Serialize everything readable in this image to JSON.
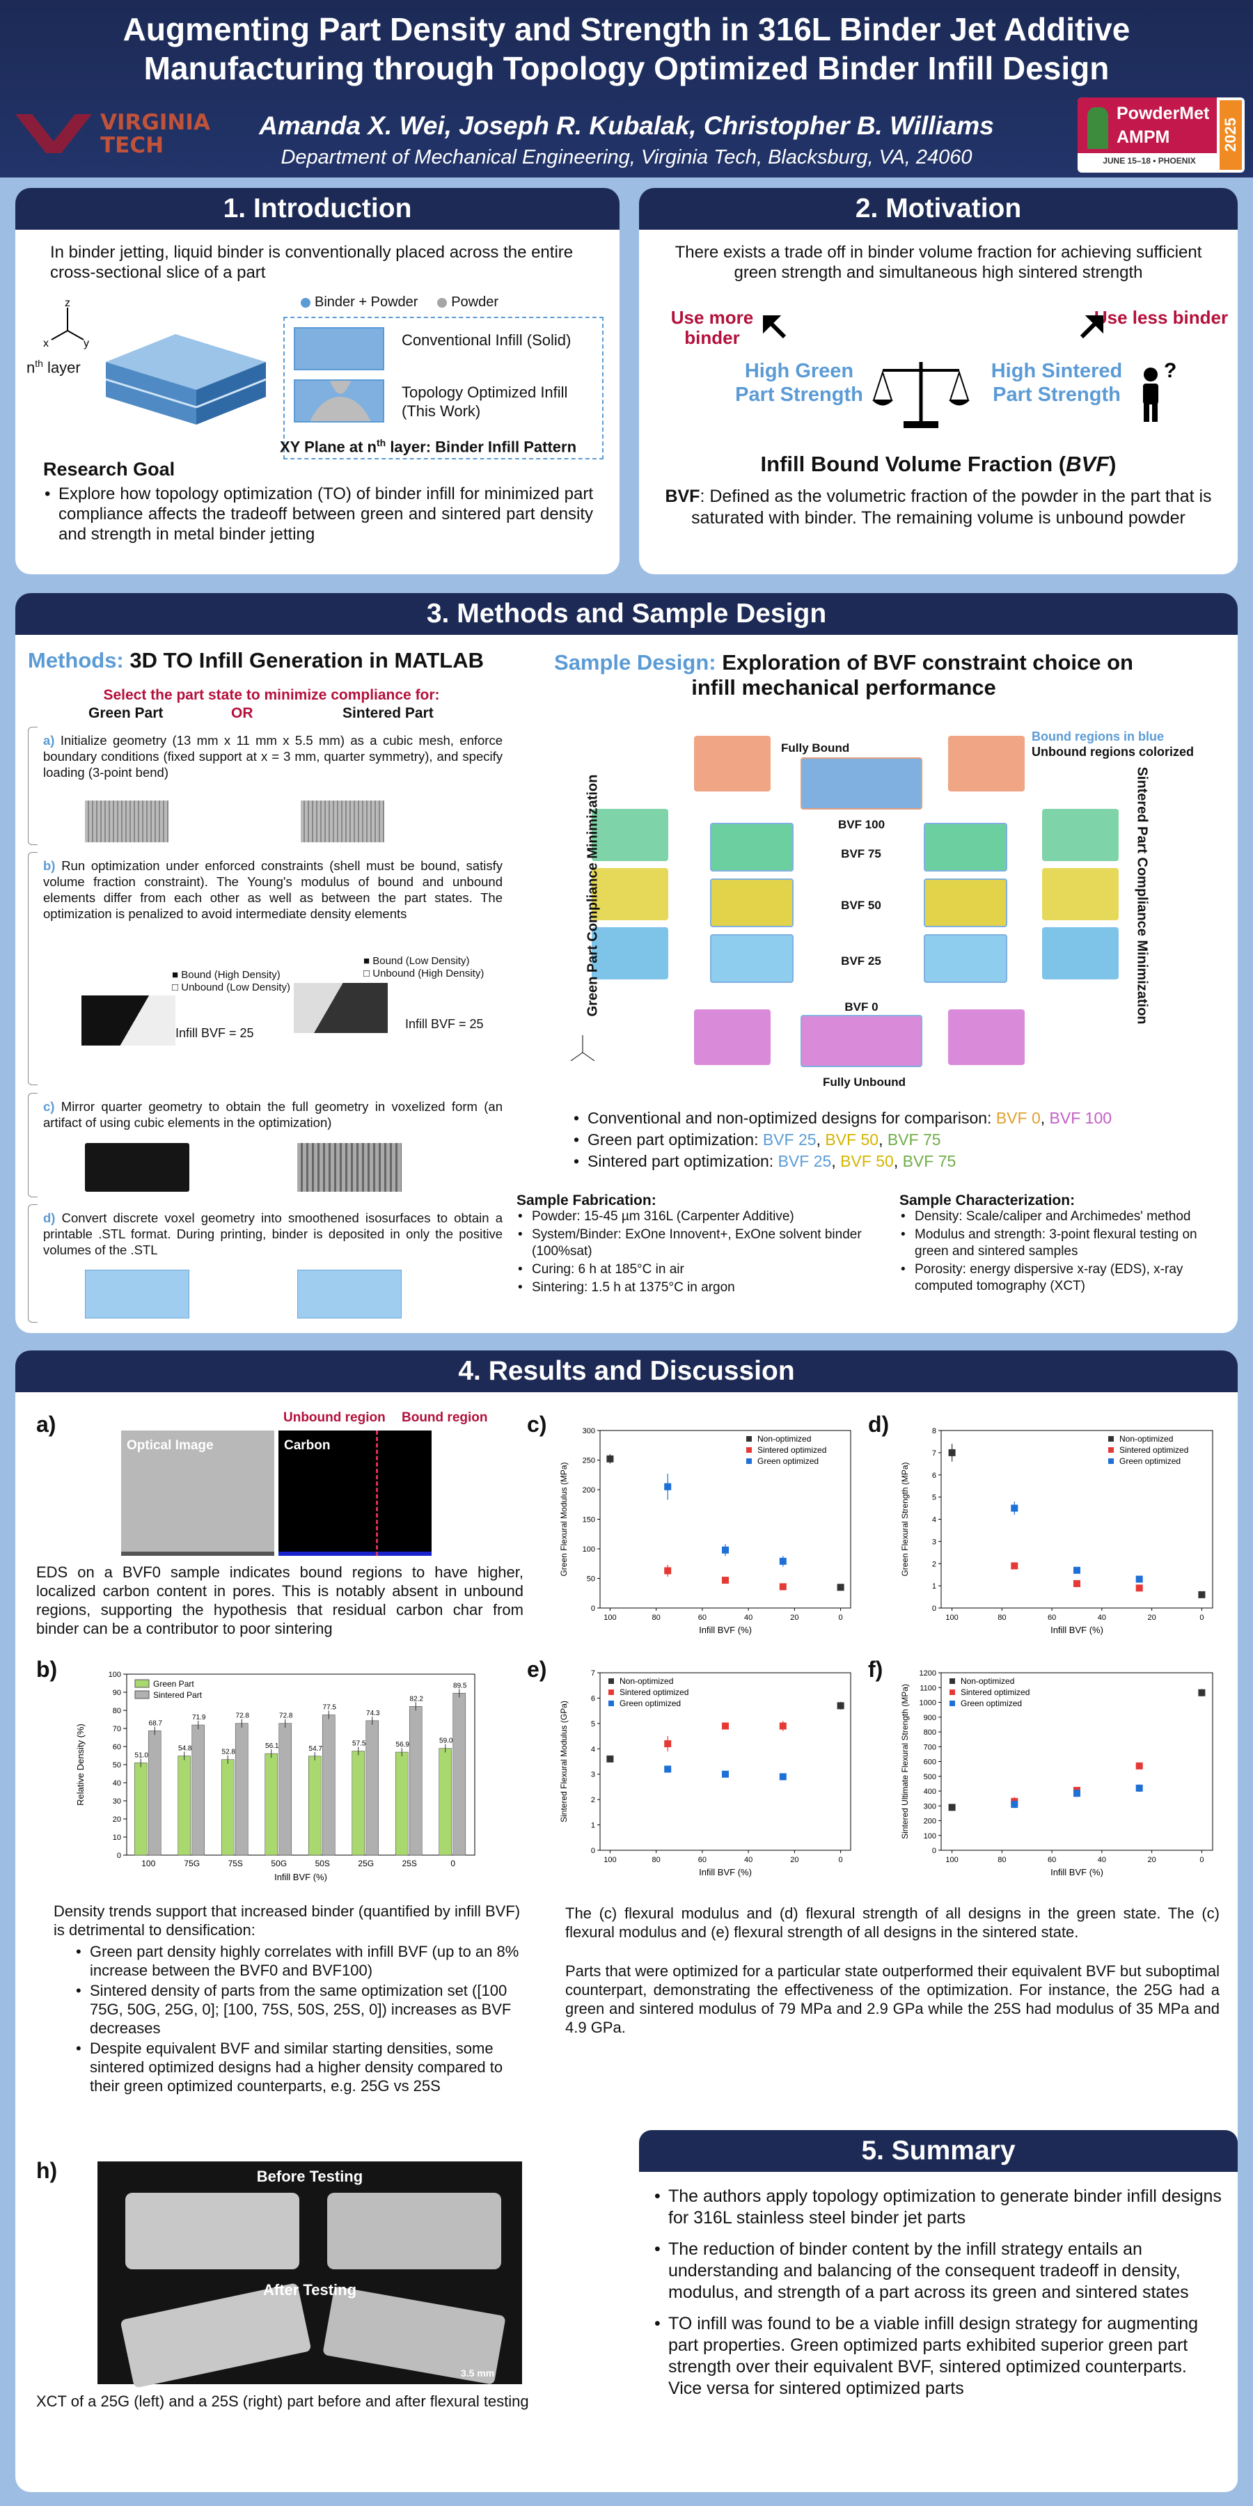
{
  "header": {
    "title_l1": "Augmenting Part Density and Strength in 316L Binder Jet Additive",
    "title_l2": "Manufacturing through Topology Optimized Binder Infill Design",
    "authors": "Amanda X. Wei, Joseph R. Kubalak, Christopher B. Williams",
    "dept": "Department of Mechanical Engineering, Virginia Tech, Blacksburg, VA, 24060",
    "vt_l1": "VIRGINIA",
    "vt_l2": "TECH",
    "pm_l1": "PowderMet",
    "pm_l2": "AMPM",
    "pm_year": "2025",
    "pm_sub": "JUNE 15–18 • PHOENIX"
  },
  "intro": {
    "title": "1. Introduction",
    "text": "In binder jetting, liquid binder is conventionally placed across the entire cross-sectional slice of a part",
    "leg_bp": "Binder + Powder",
    "leg_p": "Powder",
    "nth": "n",
    "nth_sup": "th",
    "nth_rest": " layer",
    "conv": "Conventional Infill (Solid)",
    "topo": "Topology Optimized Infill (This Work)",
    "xy_a": "XY Plane at n",
    "xy_sup": "th",
    "xy_b": " layer:  Binder Infill Pattern",
    "goal_h": "Research Goal",
    "goal": "Explore how topology optimization (TO) of binder infill for minimized part compliance affects the tradeoff between green and sintered part density and strength in metal binder jetting",
    "ax_z": "z",
    "ax_x": "x",
    "ax_y": "y"
  },
  "motiv": {
    "title": "2. Motivation",
    "text": "There exists a trade off in binder volume fraction for achieving sufficient green strength and simultaneous high sintered strength",
    "use_more": "Use more binder",
    "use_less": "Use less binder",
    "hgps": "High Green Part Strength",
    "hsps": "High Sintered Part Strength",
    "ibvf_a": "Infill Bound Volume Fraction (",
    "ibvf_b": "BVF",
    "ibvf_c": ")",
    "bvf_h": "BVF",
    "bvf_def": ": Defined as the volumetric fraction of the powder in the part that is saturated with binder. The remaining volume is unbound powder",
    "q": "?"
  },
  "methods": {
    "title": "3. Methods and Sample Design",
    "m_h1": "Methods:",
    "m_h2": " 3D TO Infill Generation in MATLAB",
    "select": "Select the part state to minimize compliance for:",
    "green": "Green Part",
    "or": "OR",
    "sintered": "Sintered Part",
    "a_l": "a)",
    "a": " Initialize geometry (13 mm x 11 mm x 5.5 mm) as a cubic mesh, enforce boundary conditions (fixed support at x = 3 mm, quarter symmetry), and specify loading (3-point bend)",
    "b_l": "b)",
    "b": " Run optimization under enforced constraints (shell must be bound, satisfy volume fraction constraint). The Young's modulus of bound and unbound elements differ from each other as well as between the part states. The optimization is penalized to avoid intermediate density elements",
    "leg_bh": "Bound (High Density)",
    "leg_ul": "Unbound (Low Density)",
    "leg_bl": "Bound (Low Density)",
    "leg_uh": "Unbound (High Density)",
    "ib25": "Infill BVF = 25",
    "c_l": "c)",
    "c": " Mirror quarter geometry to obtain the full geometry in voxelized form (an artifact of using cubic elements in the optimization)",
    "d_l": "d)",
    "d": " Convert discrete voxel geometry into smoothened isosurfaces to obtain a printable .STL format. During printing, binder is deposited in only the positive volumes of the .STL",
    "s_h1": "Sample Design:",
    "s_h2": " Exploration of BVF constraint choice on infill mechanical performance",
    "fully_bound": "Fully Bound",
    "fully_unbound": "Fully Unbound",
    "bound_blue": "Bound regions in blue",
    "unbound_col": "Unbound regions colorized",
    "bvf100": "BVF 100",
    "bvf75": "BVF 75",
    "bvf50": "BVF 50",
    "bvf25": "BVF 25",
    "bvf0": "BVF 0",
    "gpcm": "Green Part Compliance Minimization",
    "spcm": "Sintered Part Compliance Minimization",
    "li1": "Conventional and non-optimized designs for comparison:  ",
    "li1_a": "BVF 0",
    ", ": ", ",
    "li1_b": "BVF 100",
    "li2": "Green part optimization: ",
    "li3": "Sintered part optimization: ",
    "v25": "BVF 25",
    "v50": "BVF 50",
    "v75": "BVF 75",
    "comma": ", ",
    "fab_h": "Sample Fabrication:",
    "fab": [
      "Powder: 15-45 µm 316L (Carpenter Additive)",
      "System/Binder: ExOne Innovent+, ExOne solvent binder (100%sat)",
      "Curing: 6 h at 185°C in air",
      "Sintering: 1.5 h at 1375°C in argon"
    ],
    "char_h": "Sample Characterization:",
    "char": [
      "Density: Scale/caliper and Archimedes' method",
      "Modulus and strength: 3-point flexural testing on green and sintered samples",
      "Porosity: energy dispersive x-ray (EDS), x-ray computed tomography (XCT)"
    ]
  },
  "results": {
    "title": "4. Results and Discussion",
    "a_lab": "a)",
    "b_lab": "b)",
    "c_lab": "c)",
    "d_lab": "d)",
    "e_lab": "e)",
    "f_lab": "f)",
    "h_lab": "h)",
    "optical": "Optical Image",
    "carbon": "Carbon",
    "unbound_region": "Unbound region",
    "bound_region": "Bound region",
    "eds": "EDS on a BVF0 sample indicates bound regions to have higher, localized carbon content in pores. This is notably absent in unbound regions, supporting the hypothesis that residual carbon char from binder can be a contributor to poor sintering",
    "dens_text": "Density trends support that increased binder (quantified by infill BVF) is detrimental to densification:",
    "dens_li": [
      "Green part density highly correlates with infill BVF (up to an 8% increase between the BVF0 and BVF100)",
      "Sintered density of parts from the same optimization set ([100 75G, 50G, 25G, 0]; [100, 75S, 50S, 25S, 0]) increases as BVF decreases",
      "Despite equivalent BVF and similar starting densities, some sintered optimized designs had a higher density compared to their green optimized counterparts, e.g. 25G vs 25S"
    ],
    "before": "Before Testing",
    "after": "After Testing",
    "scale": "3.5 mm",
    "xct": "XCT of a 25G (left) and a 25S (right) part before and after flexural testing",
    "cap1": "The (c) flexural modulus and (d) flexural strength of all designs in the green state. The (c) flexural modulus and (e) flexural strength of all designs in the sintered state.",
    "cap2": "Parts that were optimized for a particular state outperformed their equivalent BVF but suboptimal counterpart, demonstrating the effectiveness of the optimization. For instance, the 25G had a green and sintered modulus of 79 MPa and 2.9 GPa while the 25S had modulus of 35 MPa and 4.9 GPa."
  },
  "summary": {
    "title": "5. Summary",
    "items": [
      "The authors apply topology optimization to generate binder infill designs for 316L stainless steel binder jet parts",
      "The reduction of binder content by the infill strategy entails an understanding and balancing of the consequent tradeoff in density, modulus, and strength of a part across its green and sintered states",
      "TO infill was found to be a viable infill design strategy for augmenting part properties. Green optimized parts exhibited superior green part strength over their equivalent BVF, sintered optimized counterparts. Vice versa for sintered optimized parts"
    ]
  },
  "colors": {
    "navy": "#1c2a55",
    "blue": "#5b9bd5",
    "red": "#b3103a",
    "green_bar": "#a9d86e",
    "grey_bar": "#b0b0b0",
    "orange": "#e0a030",
    "yellow": "#d4b400",
    "lime": "#70ad47",
    "pink": "#c55ec5"
  },
  "chart_data": [
    {
      "type": "bar",
      "id": "b",
      "categories": [
        "100",
        "75G",
        "75S",
        "50G",
        "50S",
        "25G",
        "25S",
        "0"
      ],
      "series": [
        {
          "name": "Green Part",
          "values": [
            51.0,
            54.8,
            52.8,
            56.1,
            54.7,
            57.5,
            56.9,
            59.0
          ]
        },
        {
          "name": "Sintered Part",
          "values": [
            68.7,
            71.9,
            72.8,
            72.8,
            77.5,
            74.3,
            82.2,
            89.5
          ]
        }
      ],
      "xlabel": "Infill BVF (%)",
      "ylabel": "Relative Density (%)",
      "ylim": [
        0,
        100
      ],
      "yticks": [
        0,
        10,
        20,
        30,
        40,
        50,
        60,
        70,
        80,
        90,
        100
      ],
      "legend": "top-left"
    },
    {
      "type": "scatter",
      "id": "c",
      "xlabel": "Infill BVF (%)",
      "ylabel": "Green Flexural Modulus (MPa)",
      "xlim": [
        100,
        0
      ],
      "ylim": [
        0,
        300
      ],
      "xticks": [
        100,
        80,
        60,
        40,
        20,
        0
      ],
      "yticks": [
        0,
        50,
        100,
        150,
        200,
        250,
        300
      ],
      "legend": "top-right",
      "series": [
        {
          "name": "Non-optimized",
          "color": "#333333",
          "points": [
            [
              100,
              252,
              8
            ],
            [
              0,
              35,
              2
            ]
          ]
        },
        {
          "name": "Sintered optimized",
          "color": "#e53935",
          "points": [
            [
              75,
              63,
              10
            ],
            [
              50,
              47,
              4
            ],
            [
              25,
              36,
              2
            ]
          ]
        },
        {
          "name": "Green optimized",
          "color": "#1e6fd6",
          "points": [
            [
              75,
              205,
              22
            ],
            [
              50,
              98,
              10
            ],
            [
              25,
              79,
              9
            ]
          ]
        }
      ]
    },
    {
      "type": "scatter",
      "id": "d",
      "xlabel": "Infill BVF (%)",
      "ylabel": "Green Flexural Strength (MPa)",
      "xlim": [
        100,
        0
      ],
      "ylim": [
        0,
        8
      ],
      "xticks": [
        100,
        80,
        60,
        40,
        20,
        0
      ],
      "yticks": [
        0,
        1,
        2,
        3,
        4,
        5,
        6,
        7,
        8
      ],
      "legend": "top-right",
      "series": [
        {
          "name": "Non-optimized",
          "color": "#333333",
          "points": [
            [
              100,
              7.0,
              0.4
            ],
            [
              0,
              0.6,
              0.05
            ]
          ]
        },
        {
          "name": "Sintered optimized",
          "color": "#e53935",
          "points": [
            [
              75,
              1.9,
              0.1
            ],
            [
              50,
              1.1,
              0.1
            ],
            [
              25,
              0.9,
              0.1
            ]
          ]
        },
        {
          "name": "Green optimized",
          "color": "#1e6fd6",
          "points": [
            [
              75,
              4.5,
              0.3
            ],
            [
              50,
              1.7,
              0.1
            ],
            [
              25,
              1.3,
              0.1
            ]
          ]
        }
      ]
    },
    {
      "type": "scatter",
      "id": "e",
      "xlabel": "Infill BVF (%)",
      "ylabel": "Sintered Flexural Modulus (GPa)",
      "xlim": [
        100,
        0
      ],
      "ylim": [
        0,
        7
      ],
      "xticks": [
        100,
        80,
        60,
        40,
        20,
        0
      ],
      "yticks": [
        0,
        1,
        2,
        3,
        4,
        5,
        6,
        7
      ],
      "legend": "top-left",
      "series": [
        {
          "name": "Non-optimized",
          "color": "#333333",
          "points": [
            [
              100,
              3.6,
              0.05
            ],
            [
              0,
              5.7,
              0.15
            ]
          ]
        },
        {
          "name": "Sintered optimized",
          "color": "#e53935",
          "points": [
            [
              75,
              4.2,
              0.3
            ],
            [
              50,
              4.9,
              0.1
            ],
            [
              25,
              4.9,
              0.2
            ]
          ]
        },
        {
          "name": "Green optimized",
          "color": "#1e6fd6",
          "points": [
            [
              75,
              3.2,
              0.1
            ],
            [
              50,
              3.0,
              0.1
            ],
            [
              25,
              2.9,
              0.1
            ]
          ]
        }
      ]
    },
    {
      "type": "scatter",
      "id": "f",
      "xlabel": "Infill BVF (%)",
      "ylabel": "Sintered Ultimate Flexural Strength (MPa)",
      "xlim": [
        100,
        0
      ],
      "ylim": [
        0,
        1200
      ],
      "xticks": [
        100,
        80,
        60,
        40,
        20,
        0
      ],
      "yticks": [
        0,
        100,
        200,
        300,
        400,
        500,
        600,
        700,
        800,
        900,
        1000,
        1100,
        1200
      ],
      "legend": "top-left",
      "series": [
        {
          "name": "Non-optimized",
          "color": "#333333",
          "points": [
            [
              100,
              290,
              10
            ],
            [
              0,
              1065,
              25
            ]
          ]
        },
        {
          "name": "Sintered optimized",
          "color": "#e53935",
          "points": [
            [
              75,
              330,
              30
            ],
            [
              50,
              405,
              20
            ],
            [
              25,
              570,
              20
            ]
          ]
        },
        {
          "name": "Green optimized",
          "color": "#1e6fd6",
          "points": [
            [
              75,
              310,
              25
            ],
            [
              50,
              385,
              25
            ],
            [
              25,
              420,
              25
            ]
          ]
        }
      ]
    }
  ]
}
